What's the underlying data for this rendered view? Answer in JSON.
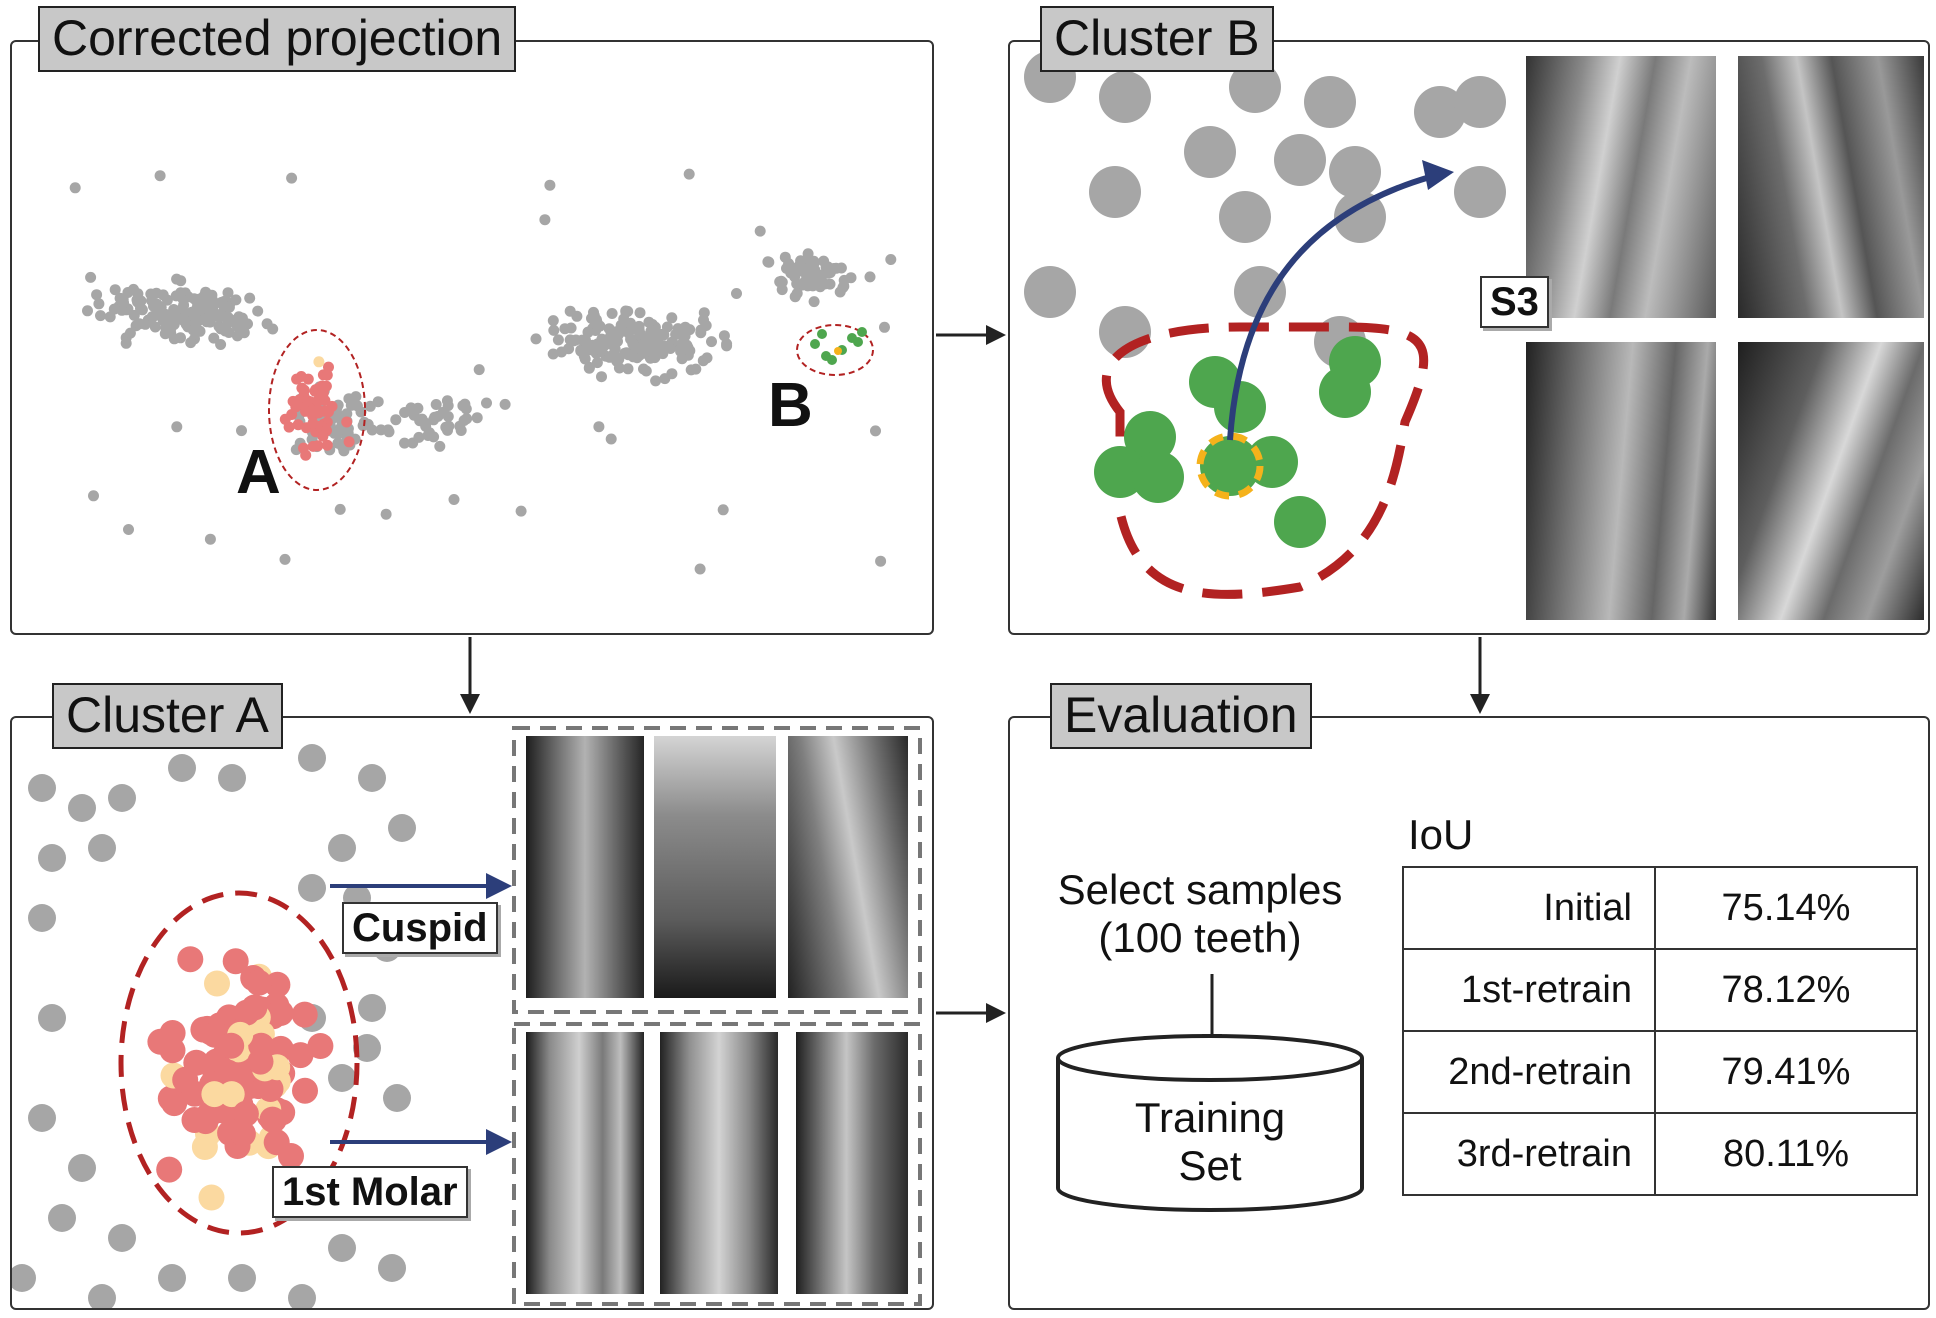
{
  "panels": {
    "projection": {
      "title": "Corrected projection",
      "label_a": "A",
      "label_b": "B"
    },
    "cluster_b": {
      "title": "Cluster B",
      "sample_label": "S3"
    },
    "cluster_a": {
      "title": "Cluster A",
      "group1_label": "Cuspid",
      "group2_label": "1st Molar"
    },
    "evaluation": {
      "title": "Evaluation",
      "select_line1": "Select samples",
      "select_line2": "(100 teeth)",
      "db_line1": "Training",
      "db_line2": "Set",
      "iou_title": "IoU",
      "rows": [
        {
          "label": "Initial",
          "value": "75.14%"
        },
        {
          "label": "1st-retrain",
          "value": "78.12%"
        },
        {
          "label": "2nd-retrain",
          "value": "79.41%"
        },
        {
          "label": "3rd-retrain",
          "value": "80.11%"
        }
      ]
    }
  },
  "colors": {
    "point_gray": "#a6a6a6",
    "cluster_red": "#e87878",
    "cluster_light": "#fbd9a0",
    "cluster_green": "#4ea64e",
    "selected_orange": "#f5b21b",
    "ellipse_red": "#b22222",
    "arrow_blue": "#2c3e7a",
    "title_bg": "#c8c8c8"
  },
  "icons": [
    "arrow-right-icon",
    "arrow-down-icon",
    "database-icon"
  ]
}
